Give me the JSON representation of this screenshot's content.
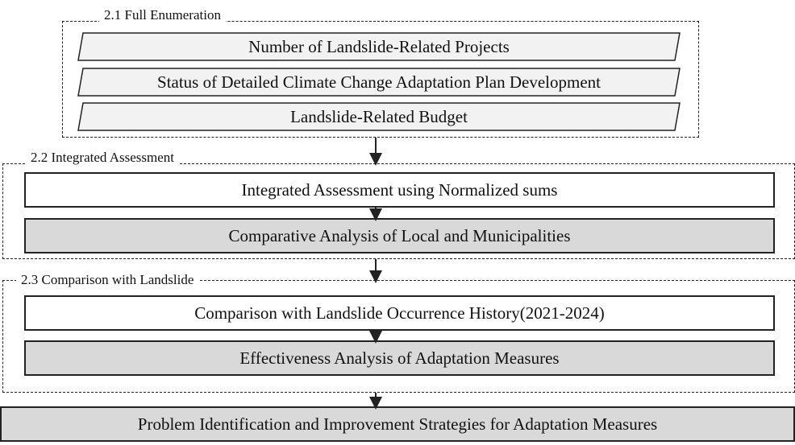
{
  "sections": [
    {
      "label": "2.1 Full Enumeration",
      "items": [
        "Number of Landslide-Related Projects",
        "Status of Detailed Climate Change Adaptation Plan Development",
        "Landslide-Related Budget"
      ]
    },
    {
      "label": "2.2 Integrated Assessment",
      "items": [
        "Integrated Assessment using Normalized sums",
        "Comparative Analysis of Local and Municipalities"
      ]
    },
    {
      "label": "2.3 Comparison with Landslide",
      "items": [
        "Comparison with Landslide Occurrence History(2021-2024)",
        "Effectiveness Analysis of  Adaptation Measures"
      ]
    }
  ],
  "final": "Problem Identification and Improvement Strategies for Adaptation Measures",
  "colors": {
    "gray_fill": "#d9d9d9",
    "para_fill": "#f2f2f2",
    "stroke": "#222222"
  }
}
